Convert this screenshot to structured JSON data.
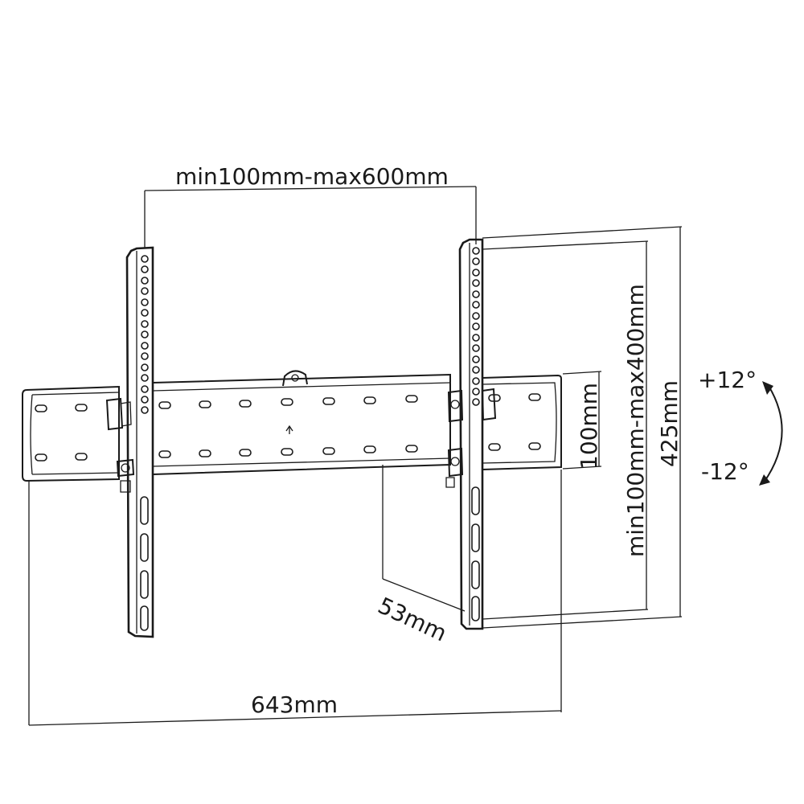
{
  "dimensions": {
    "vesa_horizontal": "min100mm-max600mm",
    "vesa_vertical": "min100mm-max400mm",
    "rail_height": "100mm",
    "total_height": "425mm",
    "total_width": "643mm",
    "wall_distance": "53mm",
    "tilt_up": "+12°",
    "tilt_down": "-12°"
  },
  "colors": {
    "line": "#1a1a1a",
    "background": "#ffffff"
  }
}
